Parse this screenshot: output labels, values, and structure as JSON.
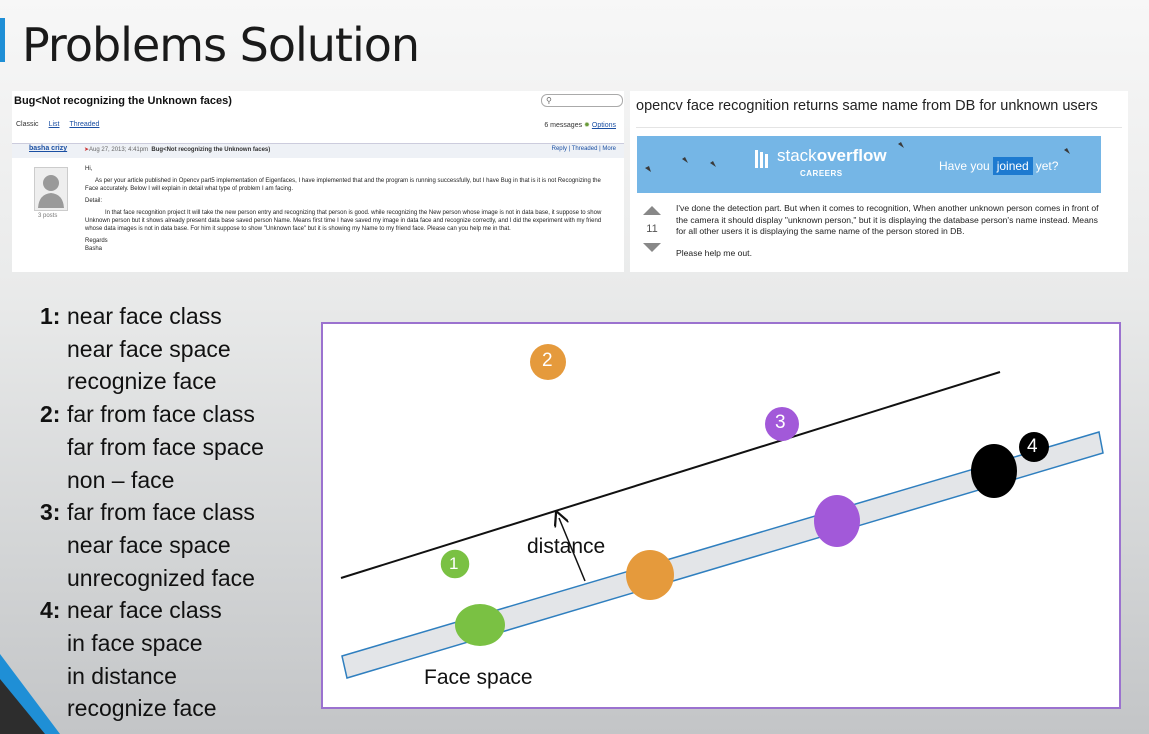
{
  "slide": {
    "title": "Problems Solution"
  },
  "forum": {
    "title": "Bug<Not recognizing the Unknown faces)",
    "views": [
      "Classic",
      "List",
      "Threaded"
    ],
    "messages_count": "6 messages",
    "options_label": "Options",
    "author": "basha crizy",
    "post_date": "Aug 27, 2013; 4:41pm",
    "post_subject": "Bug<Not recognizing the Unknown faces)",
    "actions": "Reply | Threaded | More",
    "posts_count": "3 posts",
    "body": [
      "Hi,",
      "As per your article published in Opencv part5 implementation of Eigenfaces, I have implemented that and the program is running successfully, but I have Bug in that is it is not Recognizing the Face accurately. Below I will explain in detail what type of problem I am facing.",
      "Detail:",
      "In that face recognition project It will take the new person entry and recognizing that person is good. while recognizing the New person whose image is not in data base, it suppose to show Unknown person but it shows already present data base saved person Name. Means first time I have saved my image in data face and recognize correctly, and I did the experiment with my friend whose data images is not in data base. For him it suppose to show \"Unknown face\" but it is showing my Name to my friend face. Please can you help me in that.",
      "Regards",
      "Basha"
    ]
  },
  "stackoverflow": {
    "question_title": "opencv face recognition returns same name from DB for unknown users",
    "brand_stack": "stack",
    "brand_overflow": "overflow",
    "brand_careers": "CAREERS",
    "banner_have": "Have you",
    "banner_joined": "joined",
    "banner_yet": "yet?",
    "vote_count": "11",
    "body_1": "I've done the detection part. But when it comes to recognition, When another unknown person comes in front of the camera it should display \"unknown person,\" but it is displaying the database person's name instead. Means for all other users it is displaying the same name of the person stored in DB.",
    "body_2": "Please help me out."
  },
  "cases": [
    {
      "num": "1:",
      "lines": [
        "near face class",
        "near face space",
        "recognize face"
      ]
    },
    {
      "num": "2:",
      "lines": [
        "far from face class",
        "far from face space",
        "non – face"
      ]
    },
    {
      "num": "3:",
      "lines": [
        "far from face class",
        "near face space",
        "unrecognized face"
      ]
    },
    {
      "num": "4:",
      "lines": [
        "near face class",
        "in face space",
        "in distance",
        "recognize face"
      ]
    }
  ],
  "diagram": {
    "label_distance": "distance",
    "label_face_space": "Face space",
    "markers": [
      "1",
      "2",
      "3",
      "4"
    ],
    "colors": {
      "green": "#7ac143",
      "orange": "#e59a3c",
      "purple": "#a259d9",
      "black": "#000000",
      "border": "#9b72cf",
      "band_fill": "#e3e5e8",
      "band_stroke": "#2f7fbf"
    }
  }
}
